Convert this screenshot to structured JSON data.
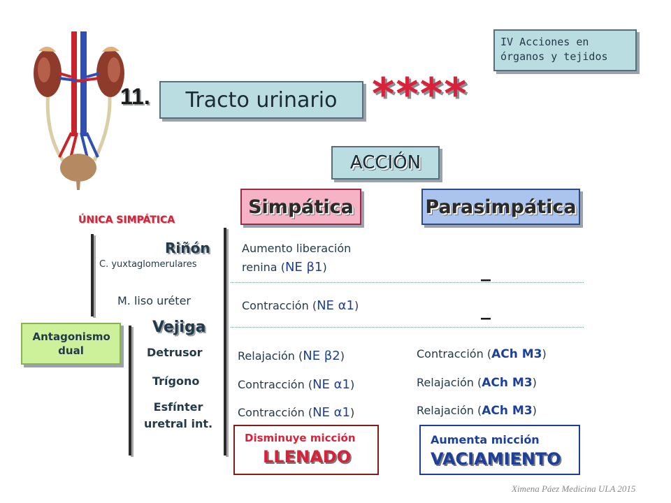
{
  "header": {
    "tag": "IV Acciones en órganos y tejidos",
    "number": "11.",
    "title": "Tracto urinario",
    "stars": "****"
  },
  "accion_label": "ACCIÓN",
  "columns": {
    "simp": "Simpática",
    "para": "Parasimpática"
  },
  "unica": "ÚNICA SIMPÁTICA",
  "antagonismo": "Antagonismo dual",
  "organs": {
    "rinon": "Riñón",
    "rinon_sub": "C. yuxtaglomerulares",
    "ureter": "M. liso uréter",
    "vejiga": "Vejiga",
    "detrusor": "Detrusor",
    "trigono": "Trígono",
    "esfinter": "Esfínter uretral int."
  },
  "rows": {
    "r1_s_a": "Aumento liberación",
    "r1_s_b": "renina (",
    "r1_s_tag": "NE β1",
    "r1_s_c": ")",
    "r1_p": "_",
    "r2_s_a": "Contracción (",
    "r2_s_tag": "NE α1",
    "r2_s_c": ")",
    "r2_p": "_",
    "r3_s_a": "Relajación (",
    "r3_s_tag": "NE β2",
    "r3_s_c": ")",
    "r3_p_a": "Contracción (",
    "r3_p_tag": "ACh M3",
    "r3_p_c": ")",
    "r4_s_a": "Contracción (",
    "r4_s_tag": "NE α1",
    "r4_s_c": ")",
    "r4_p_a": "Relajación (",
    "r4_p_tag": "ACh M3",
    "r4_p_c": ")",
    "r5_s_a": "Contracción (",
    "r5_s_tag": "NE α1",
    "r5_s_c": ")",
    "r5_p_a": "Relajación (",
    "r5_p_tag": "ACh M3",
    "r5_p_c": ")"
  },
  "outcomes": {
    "simp_small": "Disminuye micción",
    "simp_big": "LLENADO",
    "para_small": "Aumenta micción",
    "para_big": "VACIAMIENTO"
  },
  "footer": "Ximena Páez Medicina ULA 2015",
  "colors": {
    "teal_box": "#b9dde1",
    "pink_box": "#f7b3c6",
    "blue_box": "#aac4ee",
    "green_box": "#cdf09a",
    "red": "#d9223a",
    "navy": "#1c3f9c"
  }
}
